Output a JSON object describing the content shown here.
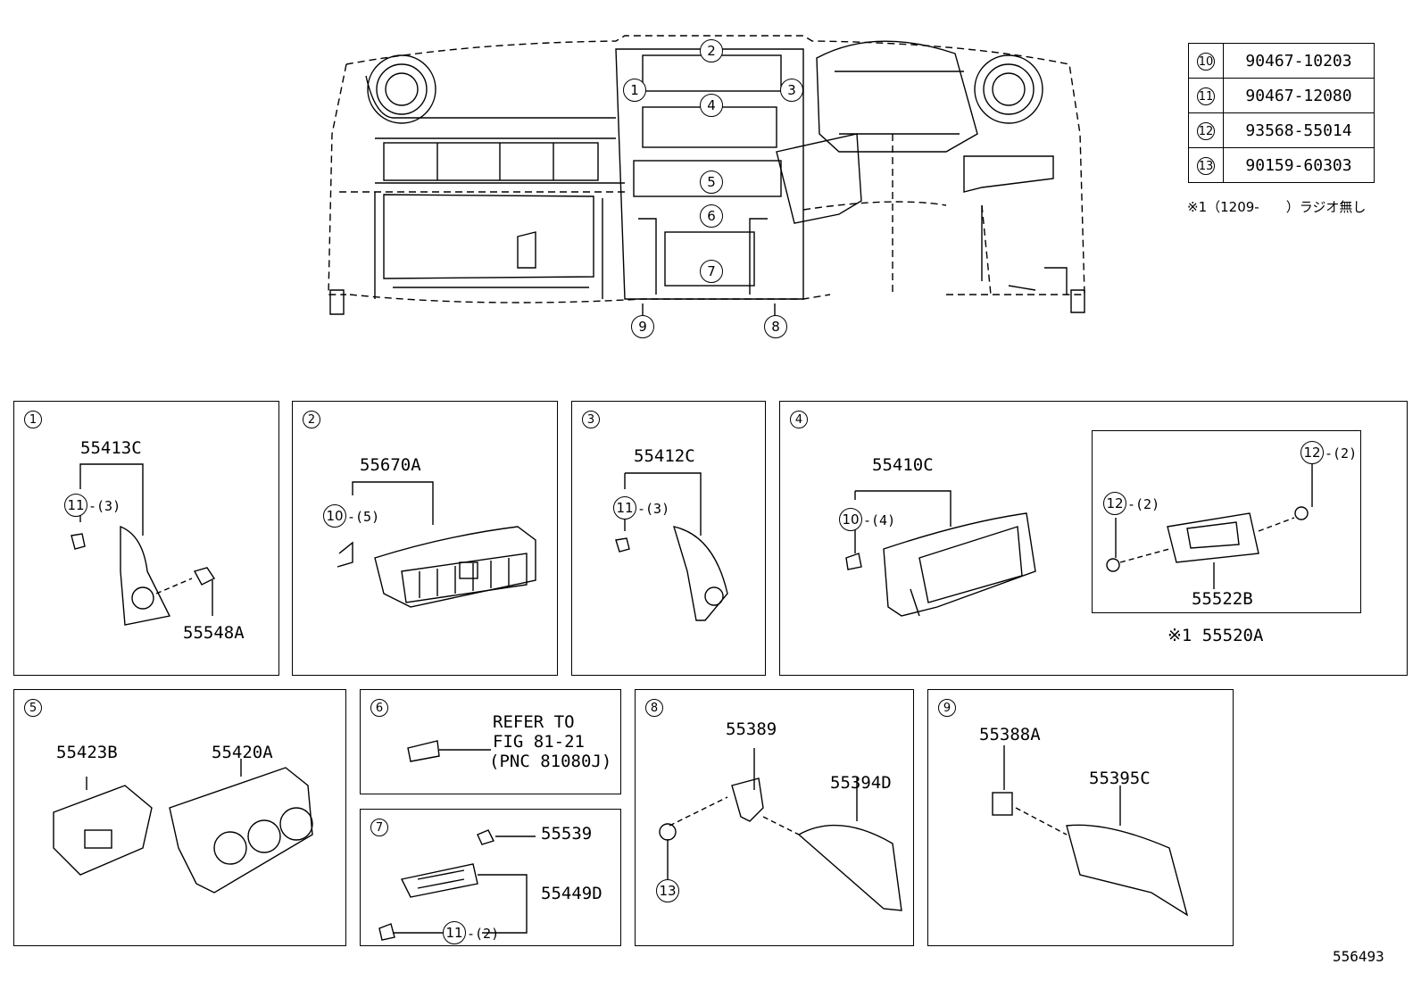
{
  "code_table": [
    {
      "ref": "10",
      "part": "90467-10203"
    },
    {
      "ref": "11",
      "part": "90467-12080"
    },
    {
      "ref": "12",
      "part": "93568-55014"
    },
    {
      "ref": "13",
      "part": "90159-60303"
    }
  ],
  "footnote": "※1（1209-　　）ラジオ無し",
  "overview_callouts": [
    "1",
    "2",
    "3",
    "4",
    "5",
    "6",
    "7",
    "8",
    "9"
  ],
  "panels": {
    "p1": {
      "num": "1",
      "part_a": "55413C",
      "fastener": "11",
      "qty": "-(3)",
      "part_b": "55548A"
    },
    "p2": {
      "num": "2",
      "part_a": "55670A",
      "fastener": "10",
      "qty": "-(5)"
    },
    "p3": {
      "num": "3",
      "part_a": "55412C",
      "fastener": "11",
      "qty": "-(3)"
    },
    "p4": {
      "num": "4",
      "part_a": "55410C",
      "fastener": "10",
      "qty": "-(4)",
      "screw_a": "12",
      "screw_a_qty": "-(2)",
      "screw_b": "12",
      "screw_b_qty": "-(2)",
      "part_b": "55522B",
      "part_c": "※1 55520A"
    },
    "p5": {
      "num": "5",
      "part_a": "55423B",
      "part_b": "55420A"
    },
    "p6": {
      "num": "6",
      "refer_1": "REFER TO",
      "refer_2": "FIG 81-21",
      "refer_3": "(PNC 81080J)"
    },
    "p7": {
      "num": "7",
      "part_a": "55539",
      "part_b": "55449D",
      "fastener": "11",
      "qty": "-(2)"
    },
    "p8": {
      "num": "8",
      "part_a": "55389",
      "part_b": "55394D",
      "fastener": "13"
    },
    "p9": {
      "num": "9",
      "part_a": "55388A",
      "part_b": "55395C"
    }
  },
  "diagram_id": "556493"
}
